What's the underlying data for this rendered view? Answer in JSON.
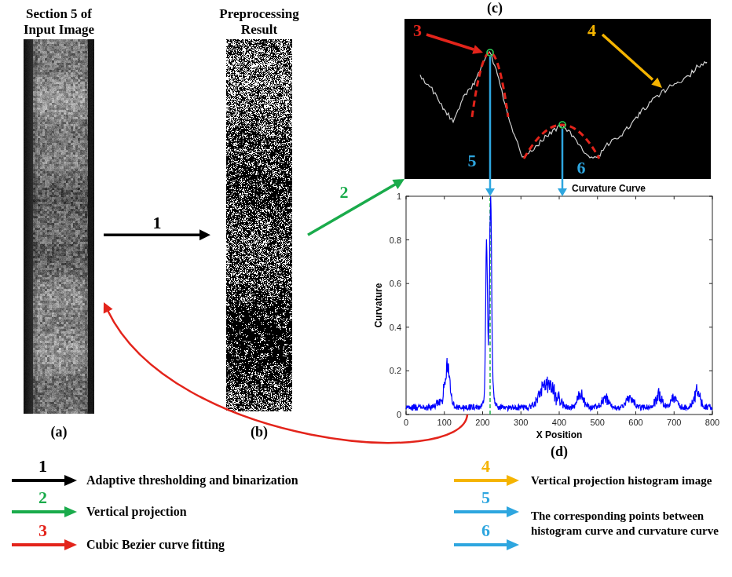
{
  "diagram": {
    "nodes": [
      {
        "text": [
          "Section 5 of Input Image",
          "(a)"
        ]
      },
      {
        "text": [
          "Preprocessing Result",
          "(b)"
        ]
      },
      {
        "text": [
          "(c)"
        ]
      },
      {
        "text": [
          "Curvature Curve",
          "Curvature",
          "X Position",
          "(d)"
        ]
      }
    ],
    "edges": [
      {
        "from": 0,
        "to": 1,
        "arrow": "to",
        "label": "1"
      },
      {
        "from": 1,
        "to": 2,
        "arrow": "to",
        "label": "2"
      },
      {
        "from": 2,
        "to": 3,
        "arrow": "to",
        "label": "5"
      },
      {
        "from": 2,
        "to": 3,
        "arrow": "to",
        "label": "6"
      },
      {
        "from": 3,
        "to": 0,
        "arrow": "to"
      }
    ],
    "labels": [
      "3",
      "4",
      "0",
      "0.2",
      "0.4",
      "0.6",
      "0.8",
      "1",
      "0",
      "100",
      "200",
      "300",
      "400",
      "500",
      "600",
      "700",
      "800",
      "1",
      "2",
      "3",
      "4",
      "5",
      "6"
    ],
    "legend": [
      {
        "text": "Adaptive thresholding and binarization"
      },
      {
        "text": "Vertical projection"
      },
      {
        "text": "Cubic Bezier curve fitting"
      },
      {
        "text": "Vertical projection histogram image"
      },
      {
        "text": "The corresponding points between histogram curve and curvature curve"
      }
    ]
  }
}
